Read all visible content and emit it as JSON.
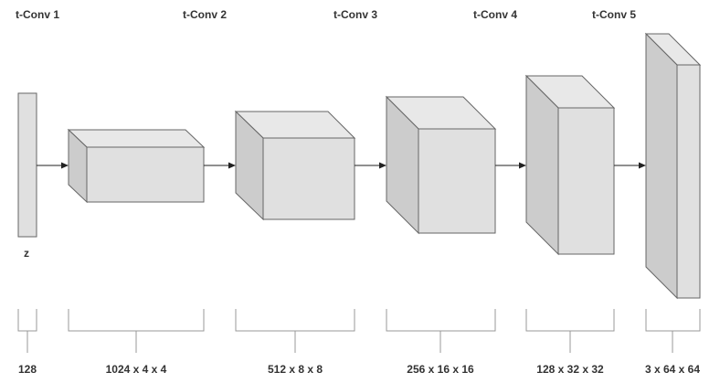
{
  "layers": [
    {
      "label": "t-Conv 1"
    },
    {
      "label": "t-Conv 2"
    },
    {
      "label": "t-Conv 3"
    },
    {
      "label": "t-Conv 4"
    },
    {
      "label": "t-Conv 5"
    }
  ],
  "input": {
    "label": "z"
  },
  "dimensions": [
    "128",
    "1024 x 4 x 4",
    "512 x 8 x 8",
    "256 x 16 x 16",
    "128 x 32 x 32",
    "3 x 64 x 64"
  ],
  "colors": {
    "block_front": "#e0e0e0",
    "block_top": "#e8e8e8",
    "block_side": "#cccccc",
    "stroke": "#666666",
    "arrow": "#222222",
    "bracket": "#999999"
  }
}
